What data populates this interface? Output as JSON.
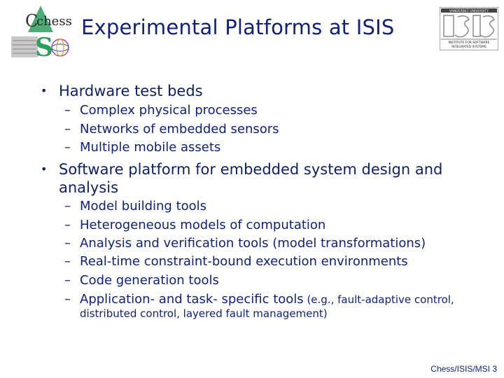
{
  "header": {
    "title": "Experimental Platforms at ISIS",
    "left_logo_text": "chess",
    "right_logo_caption": "INSTITUTE FOR SOFTWARE INTEGRATED SYSTEMS",
    "right_logo_top": "VANDERBILT UNIVERSITY"
  },
  "bullets": [
    {
      "text": "Hardware test beds",
      "subs": [
        "Complex physical processes",
        "Networks of embedded sensors",
        "Multiple mobile assets"
      ]
    },
    {
      "text_line1": "Software platform for embedded system design and",
      "text_line2": "analysis",
      "subs": [
        "Model building tools",
        "Heterogeneous models of computation",
        "Analysis and verification tools (model transformations)",
        "Real-time constraint-bound execution environments",
        "Code generation tools"
      ],
      "last_sub_main": "Application- and task- specific tools",
      "last_sub_small1": " (e.g., fault-adaptive control,",
      "last_sub_small2": "distributed control, layered fault management)"
    }
  ],
  "footer": {
    "label": "Chess/ISIS/MSI  3"
  },
  "colors": {
    "text": "#0d1f66",
    "logo_green": "#2e9e5e"
  }
}
